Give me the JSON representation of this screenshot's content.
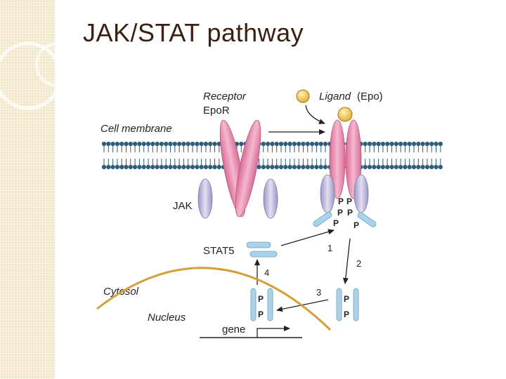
{
  "slide": {
    "title": "JAK/STAT pathway"
  },
  "labels": {
    "receptor": "Receptor",
    "epor": "EpoR",
    "ligand": "Ligand",
    "epo": "(Epo)",
    "cell_membrane": "Cell membrane",
    "jak": "JAK",
    "stat5": "STAT5",
    "cytosol": "Cytosol",
    "nucleus": "Nucleus",
    "gene": "gene",
    "phospho": "P"
  },
  "steps": [
    "1",
    "2",
    "3",
    "4"
  ],
  "colors": {
    "title": "#3a1f12",
    "receptor": "#e889ad",
    "jak": "#b8b2d8",
    "stat": "#a9d3e8",
    "ligand": "#f0c14d",
    "membrane": "#2e5d7a",
    "nucleus_envelope": "#d4a03c",
    "sidebar": "#f3e7c6"
  }
}
